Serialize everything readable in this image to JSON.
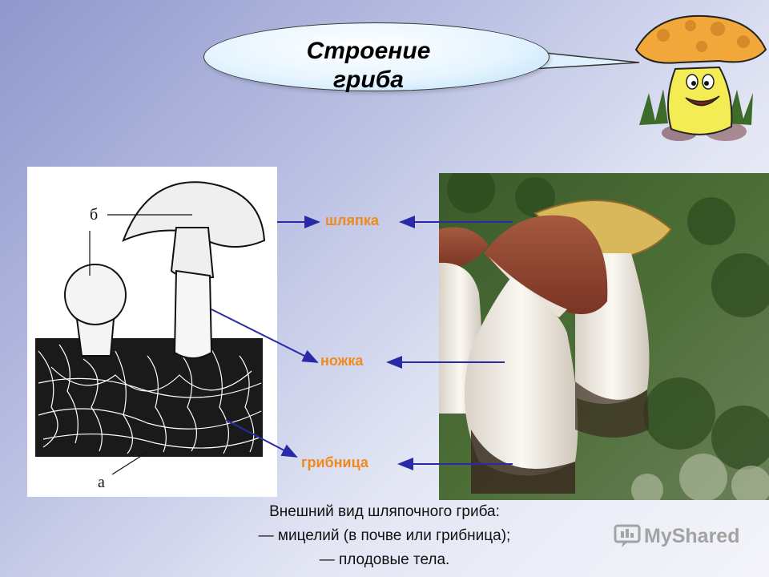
{
  "slide": {
    "title_line1": "Строение",
    "title_line2": "гриба",
    "labels": {
      "cap": "шляпка",
      "stem": "ножка",
      "mycelium": "грибница"
    },
    "drawing_markers": {
      "b": "б",
      "a": "а"
    },
    "caption": {
      "line1": "Внешний вид шляпочного гриба:",
      "line2": "— мицелий (в почве или грибница);",
      "line3": "— плодовые тела."
    },
    "watermark": "MyShared",
    "colors": {
      "label": "#f08a1c",
      "arrow": "#2a2aa8",
      "bubble_fill": "#d8efff"
    },
    "icons": [
      "cartoon-mushroom-icon",
      "myshared-logo-icon"
    ]
  }
}
